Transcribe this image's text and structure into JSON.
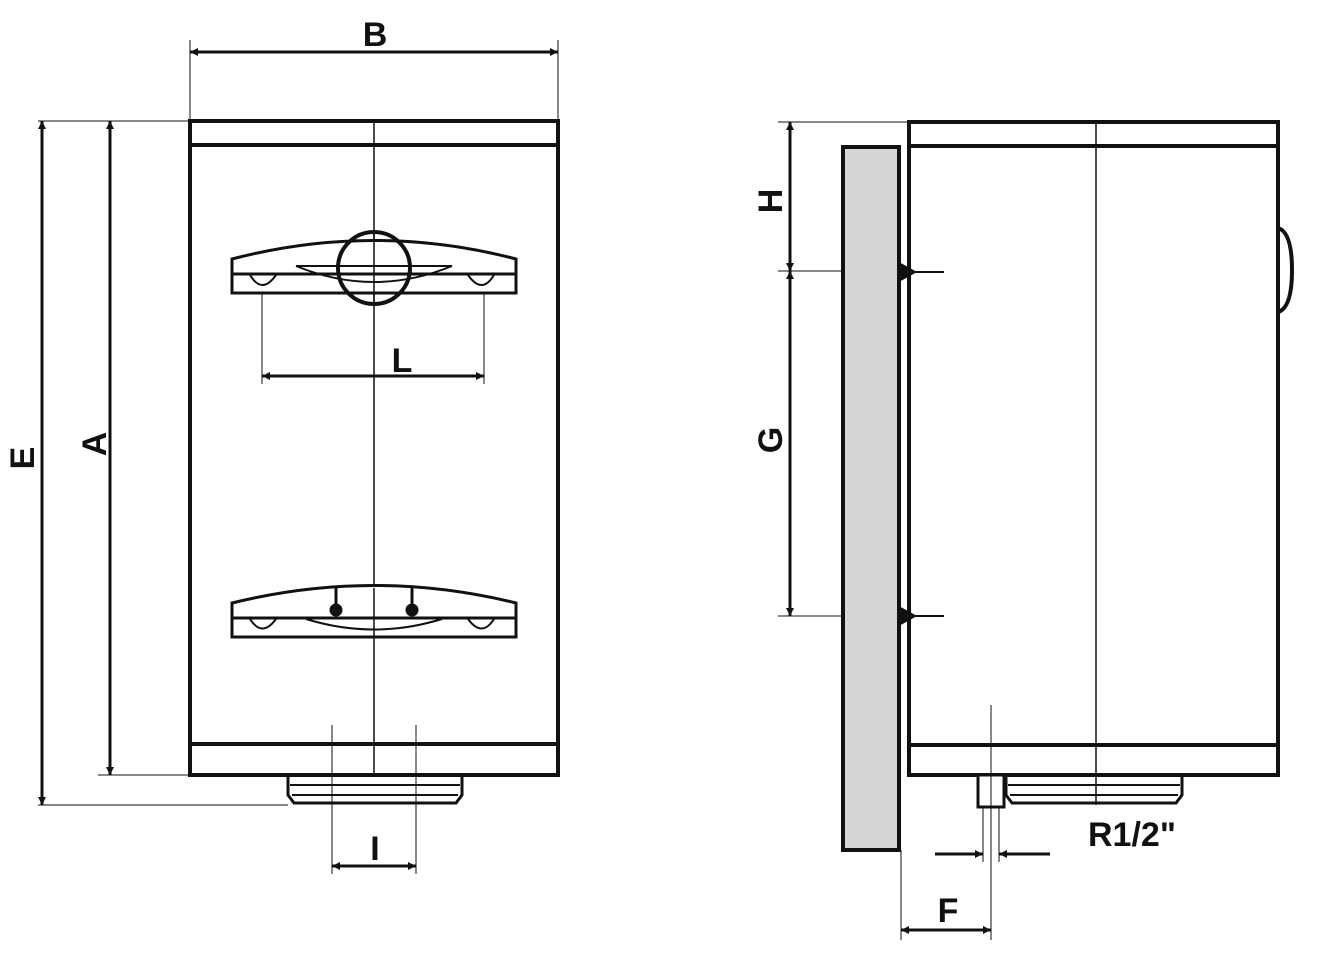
{
  "colors": {
    "stroke": "#111111",
    "wall": "#d6d6d6",
    "background": "#ffffff"
  },
  "labels": {
    "B": "B",
    "E": "E",
    "A": "A",
    "L": "L",
    "I": "I",
    "H": "H",
    "G": "G",
    "F": "F",
    "thread": "R1/2\""
  }
}
